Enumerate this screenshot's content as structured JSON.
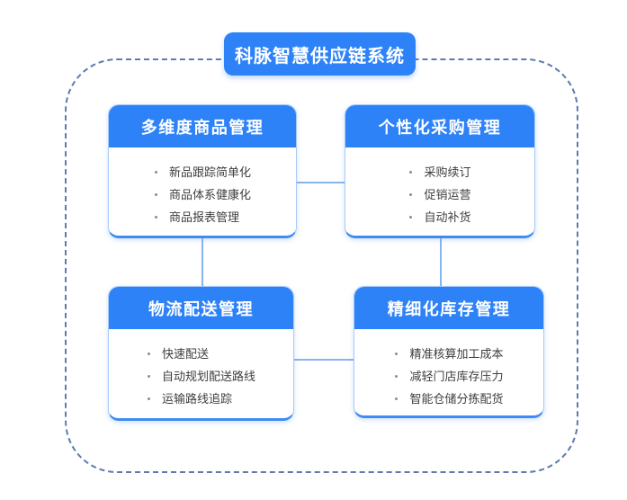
{
  "system": {
    "title": "科脉智慧供应链系统"
  },
  "cards": [
    {
      "title": "多维度商品管理",
      "items": [
        "新品跟踪简单化",
        "商品体系健康化",
        "商品报表管理"
      ]
    },
    {
      "title": "个性化采购管理",
      "items": [
        "采购续订",
        "促销运营",
        "自动补货"
      ]
    },
    {
      "title": "物流配送管理",
      "items": [
        "快速配送",
        "自动规划配送路线",
        "运输路线追踪"
      ]
    },
    {
      "title": "精细化库存管理",
      "items": [
        "精准核算加工成本",
        "减轻门店库存压力",
        "智能仓储分拣配货"
      ]
    }
  ],
  "colors": {
    "primary_blue": "#2E82F7",
    "card_border": "#A8CBF8",
    "card_bottom_accent": "#3E8BF5",
    "boundary_dash": "#5C7CAE",
    "connector": "#85B4EE",
    "item_text": "#3F3F3F",
    "header_text": "#FFFFFF"
  }
}
